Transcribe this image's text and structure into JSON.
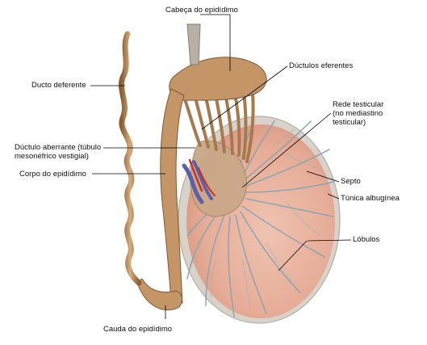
{
  "labels": {
    "cabeca": "Cabeça do epidídimo",
    "ductulos": "Dúctulos eferentes",
    "ducto_deferente": "Ducto deferente",
    "rede_line1": "Rede testicular",
    "rede_line2": "(no mediastino",
    "rede_line3": "testicular)",
    "aberrante_line1": "Dúctulo aberrante (túbulo",
    "aberrante_line2": "mesonéfrico vestigial)",
    "corpo": "Corpo do epidídimo",
    "septo": "Septo",
    "tunica": "Túnica albugínea",
    "lobulos": "Lóbulos",
    "cauda": "Cauda do epidídimo"
  },
  "colors": {
    "testis_fill": "#e9b7a4",
    "tunica": "#d9d3cb",
    "septa": "#8aa3ad",
    "epididymis": "#b98a5c",
    "vein": "#5b5ea8",
    "artery": "#c8302a",
    "leader": "#000000"
  }
}
